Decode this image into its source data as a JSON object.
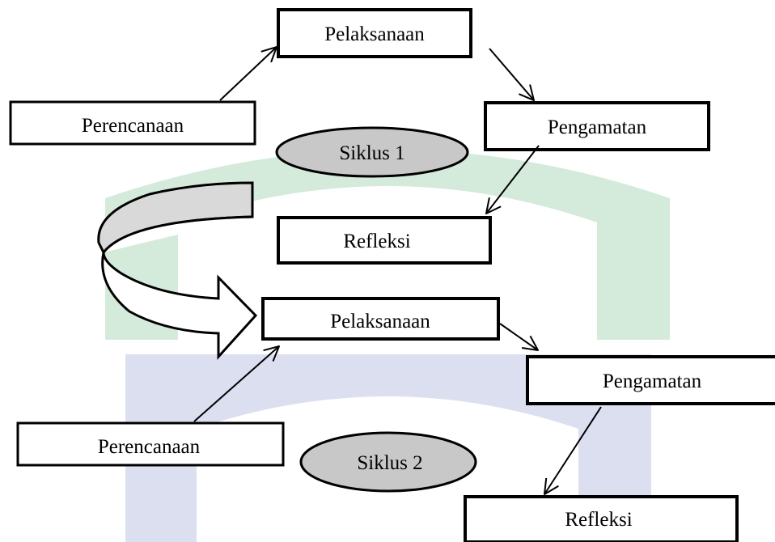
{
  "cycle1": {
    "planning": "Perencanaan",
    "acting": "Pelaksanaan",
    "observing": "Pengamatan",
    "reflecting": "Refleksi",
    "cycle_label": "Siklus 1"
  },
  "cycle2": {
    "planning": "Perencanaan",
    "acting": "Pelaksanaan",
    "observing": "Pengamatan",
    "reflecting": "Refleksi",
    "cycle_label": "Siklus 2"
  },
  "colors": {
    "watermark_green": "#d4eadb",
    "watermark_blue": "#dcdff0",
    "ellipse_fill": "#c8c8c8",
    "curved_arrow_fill": "#d9d9d9"
  }
}
